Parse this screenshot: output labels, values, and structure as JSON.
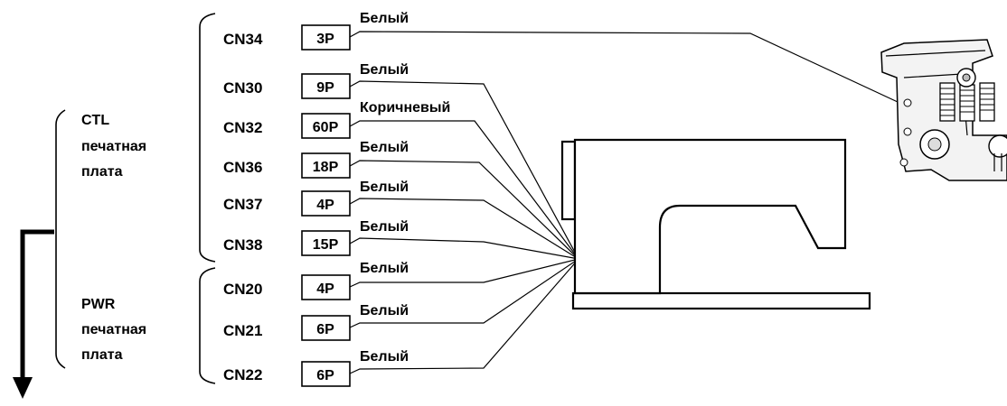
{
  "groups": {
    "ctl": [
      "CTL",
      "печатная",
      "плата"
    ],
    "pwr": [
      "PWR",
      "печатная",
      "плата"
    ]
  },
  "connectors": [
    {
      "id": "CN34",
      "pins": "3P",
      "color": "Белый"
    },
    {
      "id": "CN30",
      "pins": "9P",
      "color": "Белый"
    },
    {
      "id": "CN32",
      "pins": "60P",
      "color": "Коричневый"
    },
    {
      "id": "CN36",
      "pins": "18P",
      "color": "Белый"
    },
    {
      "id": "CN37",
      "pins": "4P",
      "color": "Белый"
    },
    {
      "id": "CN38",
      "pins": "15P",
      "color": "Белый"
    },
    {
      "id": "CN20",
      "pins": "4P",
      "color": "Белый"
    },
    {
      "id": "CN21",
      "pins": "6P",
      "color": "Белый"
    },
    {
      "id": "CN22",
      "pins": "6P",
      "color": "Белый"
    }
  ]
}
